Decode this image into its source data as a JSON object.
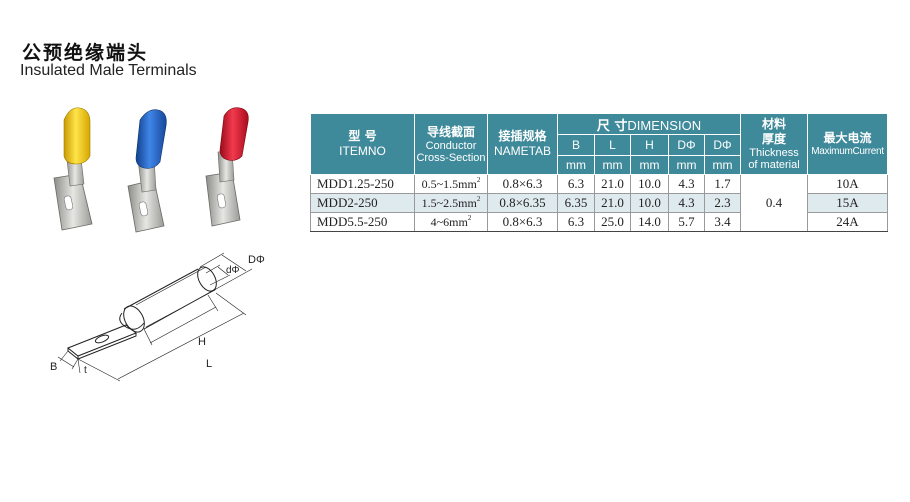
{
  "heading": {
    "cn": "公预绝缘端头",
    "en": "Insulated Male Terminals"
  },
  "table": {
    "header": {
      "model_cn": "型  号",
      "model_en": "ITEMNO",
      "cs_cn": "导线截面",
      "cs_en1": "Conductor",
      "cs_en2": "Cross-Section",
      "tab_cn": "接插规格",
      "tab_en": "NAMETAB",
      "dim_cn": "尺  寸",
      "dim_en": "DIMENSION",
      "thick_cn1": "材料",
      "thick_cn2": "厚度",
      "thick_en1": "Thickness",
      "thick_en2": "of material",
      "current_cn": "最大电流",
      "current_en": "MaximumCurrent",
      "dims": [
        "B",
        "L",
        "H",
        "DΦ",
        "DΦ"
      ],
      "unit": "mm"
    },
    "rows": [
      {
        "model": "MDD1.25-250",
        "cs": "0.5~1.5mm",
        "cs_sup": "2",
        "tab": "0.8×6.3",
        "B": "6.3",
        "L": "21.0",
        "H": "10.0",
        "D1": "4.3",
        "D2": "1.7",
        "current": "10A"
      },
      {
        "model": "MDD2-250",
        "cs": "1.5~2.5mm",
        "cs_sup": "2",
        "tab": "0.8×6.35",
        "B": "6.35",
        "L": "21.0",
        "H": "10.0",
        "D1": "4.3",
        "D2": "2.3",
        "current": "15A"
      },
      {
        "model": "MDD5.5-250",
        "cs": "4~6mm",
        "cs_sup": "2",
        "tab": "0.8×6.3",
        "B": "6.3",
        "L": "25.0",
        "H": "14.0",
        "D1": "5.7",
        "D2": "3.4",
        "current": "24A"
      }
    ],
    "thickness": "0.4"
  },
  "drawing_labels": {
    "D": "DΦ",
    "d": "dΦ",
    "H": "H",
    "L": "L",
    "B": "B",
    "t": "t"
  },
  "colors": {
    "header_bg": "#3f8a9a",
    "row_alt": "#dfeaef",
    "yellow": "#f2c200",
    "blue": "#1f5fc0",
    "red": "#d8132b"
  }
}
